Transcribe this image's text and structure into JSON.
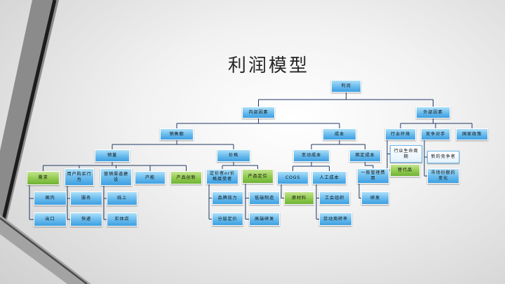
{
  "title": "利润模型",
  "colors": {
    "node": "#3d9fe1",
    "highlight": "#6fb235",
    "connector": "#1f3864",
    "title": "#262626"
  },
  "tree": {
    "label": "利润",
    "children": [
      {
        "label": "内部因素",
        "children": [
          {
            "label": "销售额",
            "children": [
              {
                "label": "销量",
                "children": [
                  {
                    "label": "需求",
                    "highlight": true,
                    "children": [
                      {
                        "label": "国内"
                      },
                      {
                        "label": "出口"
                      }
                    ]
                  },
                  {
                    "label": "用户购买行为",
                    "children": [
                      {
                        "label": "服务"
                      },
                      {
                        "label": "快递"
                      }
                    ]
                  },
                  {
                    "label": "营销渠道建设",
                    "children": [
                      {
                        "label": "线上"
                      },
                      {
                        "label": "实体店"
                      }
                    ]
                  },
                  {
                    "label": "产能"
                  },
                  {
                    "label": "产品创新",
                    "highlight": true
                  }
                ]
              },
              {
                "label": "价格",
                "children": [
                  {
                    "label": "定价者or价格接受者",
                    "children": [
                      {
                        "label": "品牌效力"
                      },
                      {
                        "label": "分层定价"
                      }
                    ]
                  },
                  {
                    "label": "产品定位",
                    "highlight": true,
                    "children": [
                      {
                        "label": "低端制造"
                      },
                      {
                        "label": "高端研发"
                      }
                    ]
                  }
                ]
              }
            ]
          },
          {
            "label": "成本",
            "children": [
              {
                "label": "变动成本",
                "children": [
                  {
                    "label": "COGS",
                    "children": [
                      {
                        "label": "原材料",
                        "highlight": true
                      }
                    ]
                  },
                  {
                    "label": "人工成本",
                    "children": [
                      {
                        "label": "工会组织"
                      },
                      {
                        "label": "劳动周转率"
                      }
                    ]
                  }
                ]
              },
              {
                "label": "固定成本",
                "children": [
                  {
                    "label": "一般管理费用",
                    "children": [
                      {
                        "label": "研发"
                      }
                    ]
                  }
                ]
              }
            ]
          }
        ]
      },
      {
        "label": "外部因素",
        "children": [
          {
            "label": "行业环境",
            "children": [
              {
                "label": "行业生命周期"
              },
              {
                "label": "替代品",
                "highlight": true
              }
            ]
          },
          {
            "label": "竞争对手",
            "children": [
              {
                "label": "新的竞争者"
              },
              {
                "label": "市场份额的变化"
              }
            ]
          },
          {
            "label": "国家政策"
          }
        ]
      }
    ]
  }
}
